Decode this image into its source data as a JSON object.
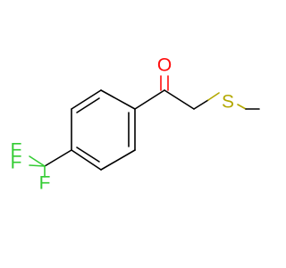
{
  "molecule": {
    "atoms": {
      "oxygen": {
        "symbol": "O",
        "color": "#ff0d0d"
      },
      "sulfur": {
        "symbol": "S",
        "color": "#b3a800"
      },
      "fluorine_1": {
        "symbol": "F",
        "color": "#33cc33"
      },
      "fluorine_2": {
        "symbol": "F",
        "color": "#33cc33"
      },
      "fluorine_3": {
        "symbol": "F",
        "color": "#33cc33"
      }
    },
    "bond_color": "#000000"
  }
}
